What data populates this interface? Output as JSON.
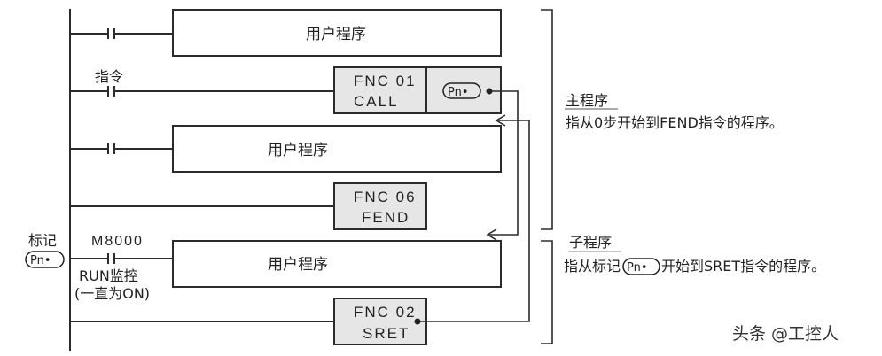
{
  "diagram": {
    "title": "CALL subroutine ladder structure",
    "rungs": [
      {
        "contact_label": "",
        "block": "用户程序"
      },
      {
        "contact_label": "指令",
        "fnc_line1": "FNC 01",
        "fnc_line2": "CALL",
        "operand": "Pn•"
      },
      {
        "contact_label": "",
        "block": "用户程序"
      },
      {
        "contact_label": "",
        "fnc_line1": "FNC 06",
        "fnc_line2": "FEND"
      },
      {
        "contact_label": "M8000",
        "contact_note_line1": "RUN监控",
        "contact_note_line2": "(一直为ON)",
        "block": "用户程序"
      },
      {
        "contact_label": "",
        "fnc_line1": "FNC 02",
        "fnc_line2": "SRET"
      }
    ],
    "marker": {
      "label": "标记",
      "pill": "Pn•"
    },
    "main_program": {
      "title": "主程序",
      "desc": "指从0步开始到FEND指令的程序。"
    },
    "sub_program": {
      "title": "子程序",
      "desc_before": "指从标记",
      "desc_pill": "Pn•",
      "desc_after": "开始到SRET指令的程序。"
    },
    "watermark": "头条 @工控人"
  }
}
